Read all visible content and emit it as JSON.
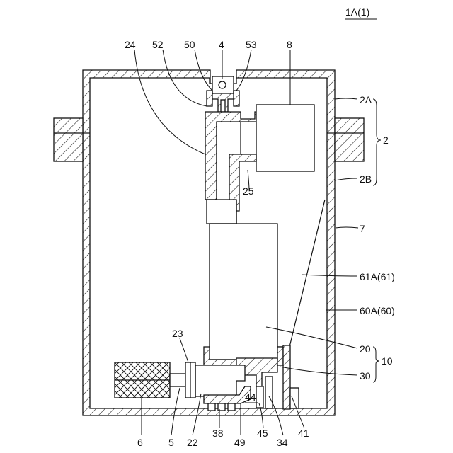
{
  "figure": {
    "title": "1A(1)",
    "labels": {
      "l24": "24",
      "l52": "52",
      "l50": "50",
      "l4": "4",
      "l53": "53",
      "l8": "8",
      "l2A": "2A",
      "l2": "2",
      "l2B": "2B",
      "l25": "25",
      "l7": "7",
      "l61A": "61A(61)",
      "l60A": "60A(60)",
      "l23": "23",
      "l20": "20",
      "l10": "10",
      "l30": "30",
      "l44": "44",
      "l6": "6",
      "l5": "5",
      "l22": "22",
      "l38": "38",
      "l49": "49",
      "l45": "45",
      "l34": "34",
      "l41": "41"
    }
  }
}
